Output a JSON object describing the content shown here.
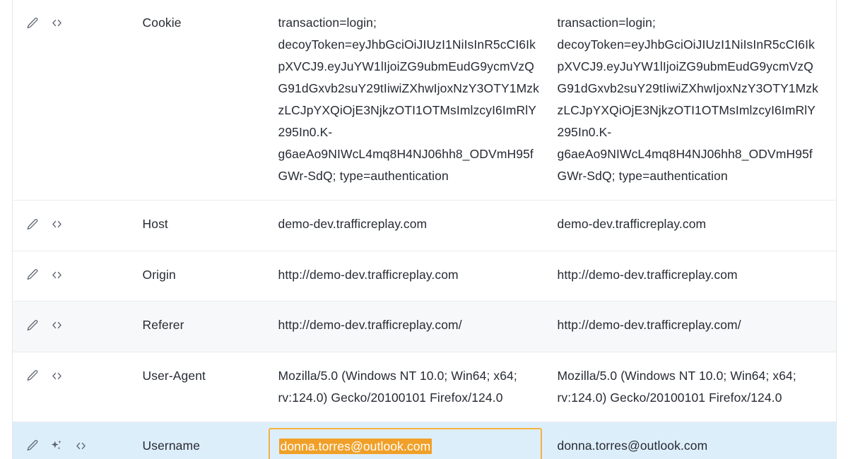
{
  "table": {
    "columns": [
      "actions",
      "header-name",
      "value-left",
      "value-right"
    ],
    "rows": [
      {
        "name": "Cookie",
        "icons": [
          "pencil-icon",
          "code-brackets-icon"
        ],
        "value_left": "transaction=login; decoyToken=eyJhbGciOiJIUzI1NiIsInR5cCI6IkpXVCJ9.eyJuYW1lIjoiZG9ubmEudG9ycmVzQG91dGxvb2suY29tIiwiZXhwIjoxNzY3OTY1MzkzLCJpYXQiOjE3NjkzOTI1OTMsImlzcyI6ImRlY295In0.K-g6aeAo9NIWcL4mq8H4NJ06hh8_ODVmH95fGWr-SdQ; type=authentication",
        "value_right": "transaction=login; decoyToken=eyJhbGciOiJIUzI1NiIsInR5cCI6IkpXVCJ9.eyJuYW1lIjoiZG9ubmEudG9ycmVzQG91dGxvb2suY29tIiwiZXhwIjoxNzY3OTY1MzkzLCJpYXQiOjE3NjkzOTI1OTMsImlzcyI6ImRlY295In0.K-g6aeAo9NIWcL4mq8H4NJ06hh8_ODVmH95fGWr-SdQ; type=authentication",
        "striped": false,
        "selected": false
      },
      {
        "name": "Host",
        "icons": [
          "pencil-icon",
          "code-brackets-icon"
        ],
        "value_left": "demo-dev.trafficreplay.com",
        "value_right": "demo-dev.trafficreplay.com",
        "striped": false,
        "selected": false
      },
      {
        "name": "Origin",
        "icons": [
          "pencil-icon",
          "code-brackets-icon"
        ],
        "value_left": "http://demo-dev.trafficreplay.com",
        "value_right": "http://demo-dev.trafficreplay.com",
        "striped": false,
        "selected": false
      },
      {
        "name": "Referer",
        "icons": [
          "pencil-icon",
          "code-brackets-icon"
        ],
        "value_left": "http://demo-dev.trafficreplay.com/",
        "value_right": "http://demo-dev.trafficreplay.com/",
        "striped": true,
        "selected": false
      },
      {
        "name": "User-Agent",
        "icons": [
          "pencil-icon",
          "code-brackets-icon"
        ],
        "value_left": "Mozilla/5.0 (Windows NT 10.0; Win64; x64; rv:124.0) Gecko/20100101 Firefox/124.0",
        "value_right": "Mozilla/5.0 (Windows NT 10.0; Win64; x64; rv:124.0) Gecko/20100101 Firefox/124.0",
        "striped": false,
        "selected": false
      },
      {
        "name": "Username",
        "icons": [
          "pencil-icon",
          "sparkles-icon",
          "code-brackets-icon"
        ],
        "value_left": "donna.torres@outlook.com",
        "value_right": "donna.torres@outlook.com",
        "striped": false,
        "selected": true,
        "highlighted": true
      }
    ]
  },
  "colors": {
    "selection_border": "#f4b23f",
    "highlight_background": "#f0a028",
    "highlight_text": "#ffffff",
    "selected_row_background": "#ddeefb",
    "stripe_background": "#f7f8f9",
    "row_border": "#e9ebee",
    "text": "#272b33",
    "icon": "#5d6470"
  }
}
